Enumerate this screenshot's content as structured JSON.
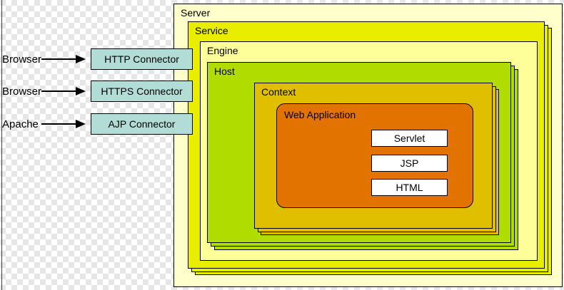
{
  "diagram": {
    "nested_boxes": {
      "server": {
        "label": "Server",
        "fill": "#FFFFCC"
      },
      "service": {
        "label": "Service",
        "fill": "#E9ED00"
      },
      "engine": {
        "label": "Engine",
        "fill": "#FFFF99"
      },
      "host": {
        "label": "Host",
        "fill": "#B0DC00"
      },
      "context": {
        "label": "Context",
        "fill": "#E0BE00"
      },
      "web_application": {
        "label": "Web Application",
        "fill": "#E37300"
      }
    },
    "web_components": [
      {
        "label": "Servlet"
      },
      {
        "label": "JSP"
      },
      {
        "label": "HTML"
      }
    ],
    "connector_rows": [
      {
        "source": "Browser",
        "connector": "HTTP Connector"
      },
      {
        "source": "Browser",
        "connector": "HTTPS Connector"
      },
      {
        "source": "Apache",
        "connector": "AJP Connector"
      }
    ],
    "styles": {
      "connector_fill": "#B2DDD6",
      "component_fill": "#FFFFFF",
      "border_color": "#000000",
      "checker_light": "#FFFFFF",
      "checker_dark": "#E6E6E6"
    }
  }
}
